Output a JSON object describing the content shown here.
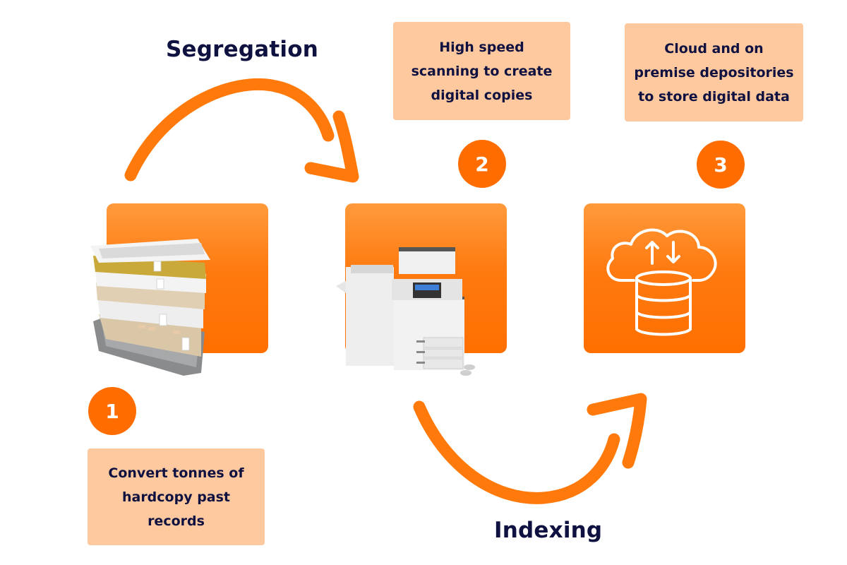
{
  "diagram": {
    "title": "Document digitization process",
    "accent_color": "#ff7a10",
    "note_color": "#ffc9a0",
    "text_color": "#0f1240",
    "steps": [
      {
        "number": "1",
        "description_lines": [
          "Convert tonnes of",
          "hardcopy past",
          "records"
        ],
        "image": "paper-stack-illustration"
      },
      {
        "number": "2",
        "description_lines": [
          "High speed",
          "scanning to create",
          "digital copies"
        ],
        "image": "scanner-copier-illustration"
      },
      {
        "number": "3",
        "description_lines": [
          "Cloud and on",
          "premise depositories",
          "to store digital data"
        ],
        "image": "cloud-database-icon"
      }
    ],
    "transitions": [
      {
        "label": "Segregation",
        "from": "1",
        "to": "2"
      },
      {
        "label": "Indexing",
        "from": "2",
        "to": "3"
      }
    ]
  }
}
